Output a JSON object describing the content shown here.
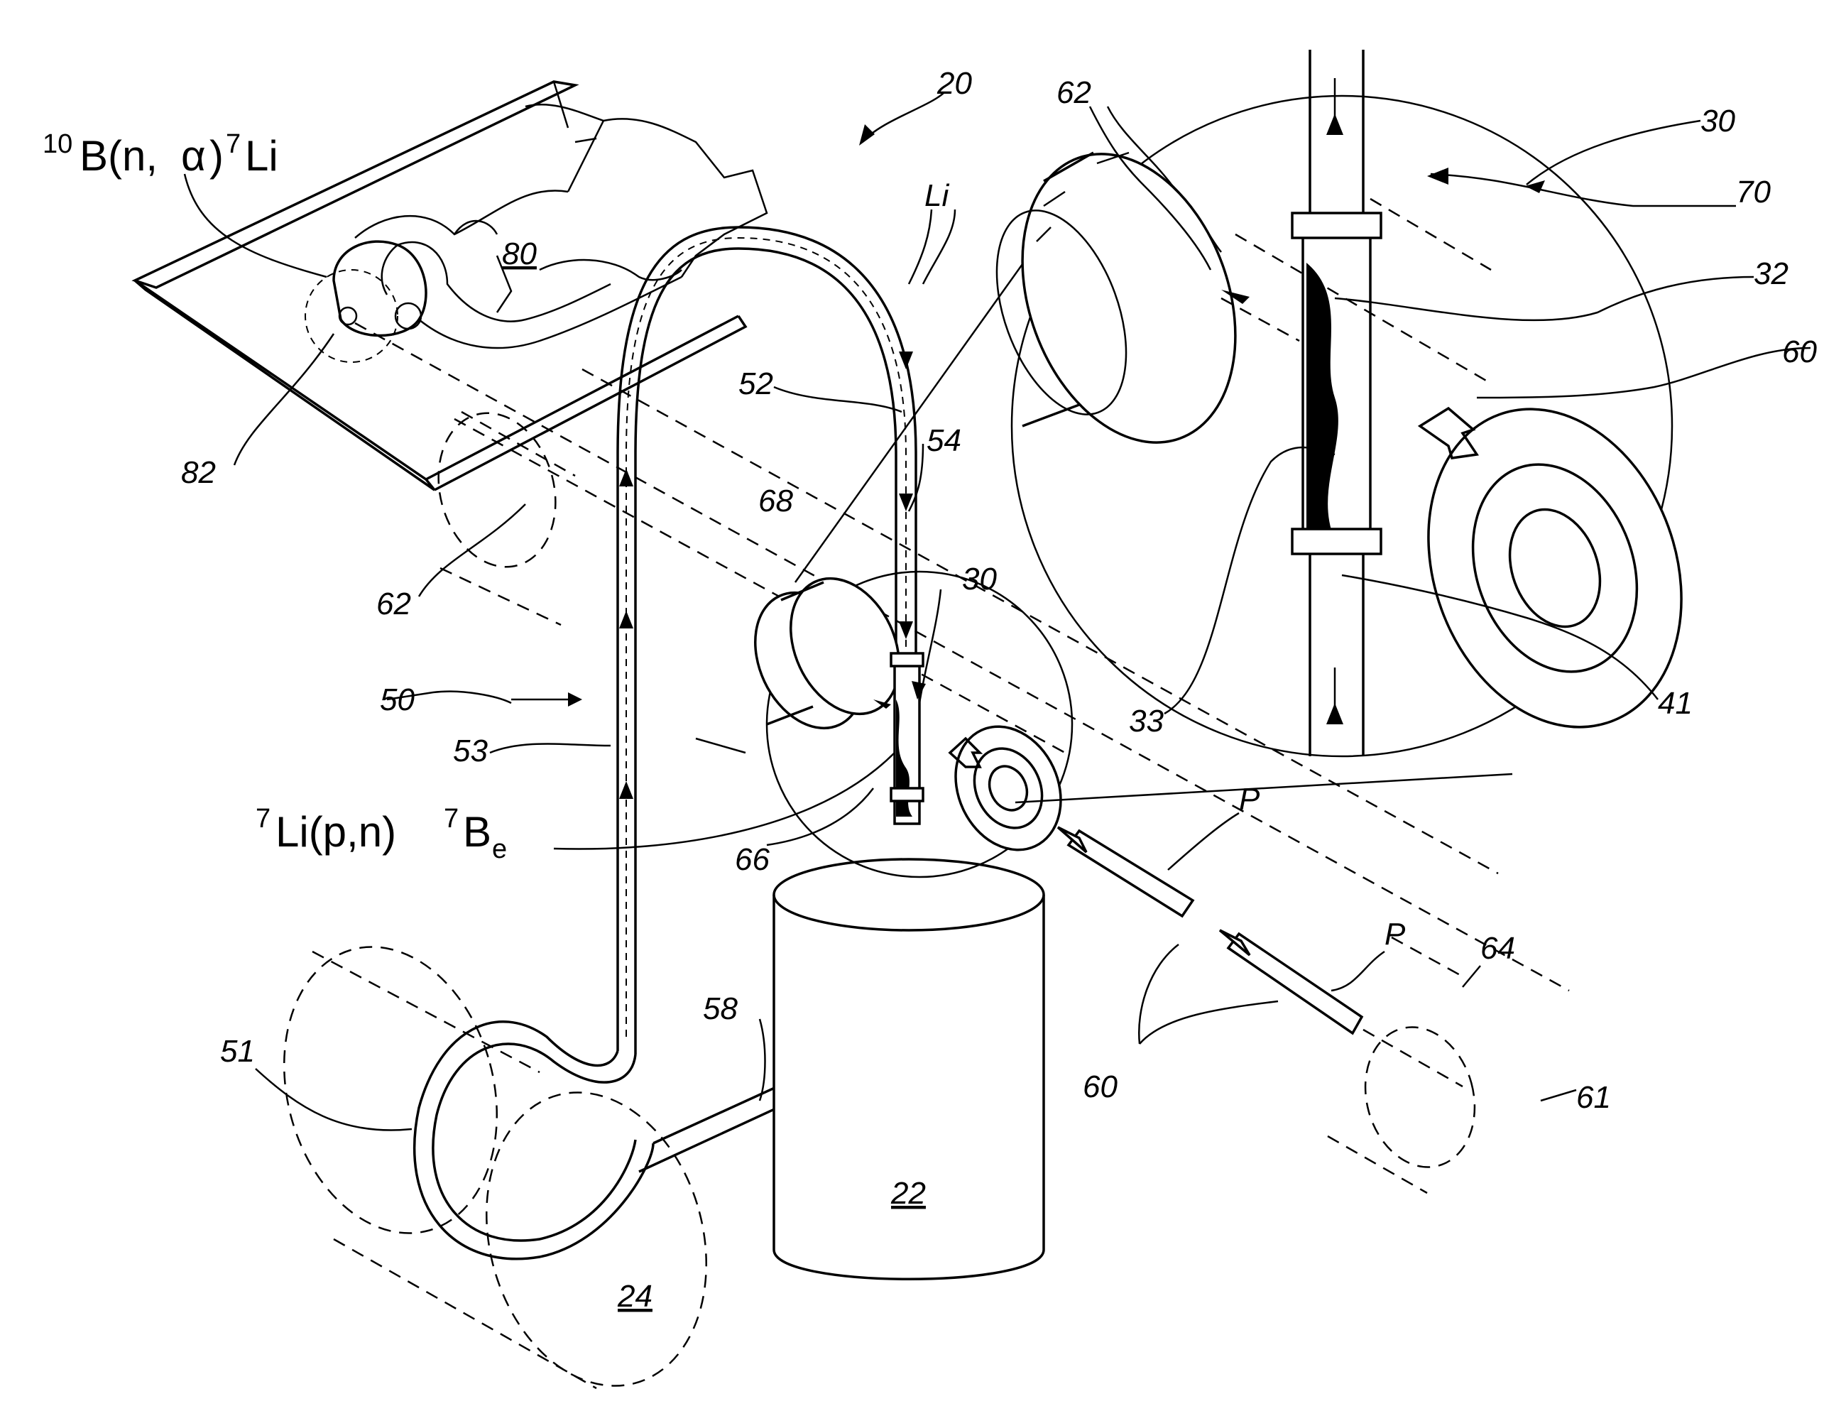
{
  "figure": {
    "main_ref": "20",
    "formula_boron": {
      "pre": "10",
      "body": "B(n,",
      "alpha": "α",
      "close": ")",
      "sup": "7",
      "tail": "Li"
    },
    "formula_lithium": {
      "pre": "7",
      "body": "Li(p,n) ",
      "sup": "7",
      "tail": "B",
      "sub": "e"
    },
    "labels": {
      "l20": "20",
      "l80": "80",
      "lLi": "Li",
      "l52": "52",
      "l54": "54",
      "l82": "82",
      "l62a": "62",
      "l68": "68",
      "l30a": "30",
      "l50": "50",
      "l53": "53",
      "l66": "66",
      "l22": "22",
      "l58": "58",
      "l51": "51",
      "l24": "24",
      "lP1": "P",
      "lP2": "P",
      "l64": "64",
      "l60a": "60",
      "l61": "61",
      "l62b": "62",
      "l30b": "30",
      "l70": "70",
      "l32": "32",
      "l60b": "60",
      "l33": "33",
      "l41": "41"
    }
  }
}
